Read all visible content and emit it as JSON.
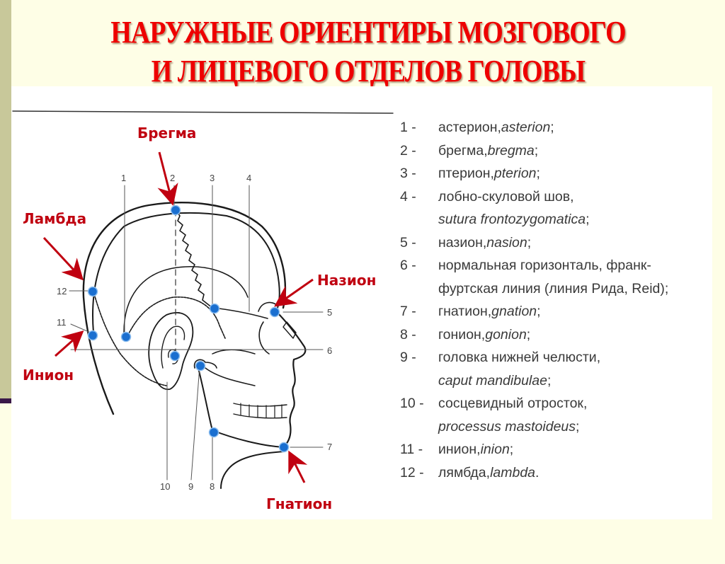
{
  "title": {
    "line1": "НАРУЖНЫЕ ОРИЕНТИРЫ МОЗГОВОГО",
    "line2": "И ЛИЦЕВОГО ОТДЕЛОВ ГОЛОВЫ"
  },
  "colors": {
    "title": "#ee0000",
    "callout": "#c00010",
    "landmark_dot": "#1a6fd0",
    "background": "#fefee6",
    "side_band": "#c8c89a"
  },
  "diagram": {
    "callouts": {
      "bregma": "Брегма",
      "lambda": "Ламбда",
      "inion": "Инион",
      "nasion": "Назион",
      "gnathion": "Гнатион"
    },
    "number_labels": {
      "n1": "1",
      "n2": "2",
      "n3": "3",
      "n4": "4",
      "n5": "5",
      "n6": "6",
      "n7": "7",
      "n8": "8",
      "n9": "9",
      "n10": "10",
      "n11": "11",
      "n12": "12"
    }
  },
  "legend": {
    "items": [
      {
        "num": "1 -",
        "ru": "астерион, ",
        "la": "asterion",
        "end": ";"
      },
      {
        "num": "2 -",
        "ru": "брегма, ",
        "la": "bregma",
        "end": ";"
      },
      {
        "num": "3 -",
        "ru": "птерион, ",
        "la": "pterion",
        "end": ";"
      },
      {
        "num": "4 -",
        "ru": "лобно-скуловой шов,",
        "la": "",
        "end": "",
        "cont_la": "sutura frontozygomatica",
        "cont_end": ";"
      },
      {
        "num": "5 -",
        "ru": "назион, ",
        "la": "nasion",
        "end": ";"
      },
      {
        "num": "6 -",
        "ru": "нормальная горизонталь, франк-",
        "la": "",
        "end": "",
        "cont_ru": "фуртская линия (линия Рида, Reid);"
      },
      {
        "num": "7 -",
        "ru": "гнатион, ",
        "la": "gnation",
        "end": ";"
      },
      {
        "num": "8 -",
        "ru": "гонион, ",
        "la": "gonion",
        "end": ";"
      },
      {
        "num": "9 -",
        "ru": "головка нижней челюсти,",
        "la": "",
        "end": "",
        "cont_la": "caput mandibulae",
        "cont_end": ";"
      },
      {
        "num": "10 -",
        "ru": "сосцевидный отросток,",
        "la": "",
        "end": "",
        "cont_la": "processus mastoideus",
        "cont_end": ";"
      },
      {
        "num": "11 -",
        "ru": "инион, ",
        "la": "inion",
        "end": ";"
      },
      {
        "num": "12 -",
        "ru": "лямбда, ",
        "la": "lambda",
        "end": "."
      }
    ]
  }
}
